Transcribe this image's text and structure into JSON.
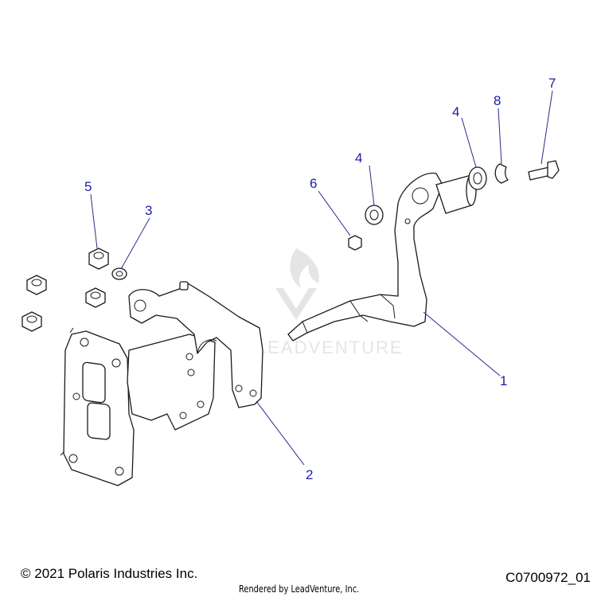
{
  "callouts": [
    {
      "id": "c1",
      "label": "1"
    },
    {
      "id": "c2",
      "label": "2"
    },
    {
      "id": "c3",
      "label": "3"
    },
    {
      "id": "c4a",
      "label": "4"
    },
    {
      "id": "c4b",
      "label": "4"
    },
    {
      "id": "c5",
      "label": "5"
    },
    {
      "id": "c6",
      "label": "6"
    },
    {
      "id": "c7",
      "label": "7"
    },
    {
      "id": "c8",
      "label": "8"
    }
  ],
  "footer": {
    "copyright": "© 2021 Polaris Industries Inc.",
    "diagram_id": "C0700972_01",
    "rendered_by": "Rendered by LeadVenture, Inc."
  },
  "watermark": {
    "text": "LEADVENTURE"
  },
  "colors": {
    "callout": "#1c1ca8",
    "leader": "#2a2a8a",
    "line": "#1a1a1a"
  }
}
